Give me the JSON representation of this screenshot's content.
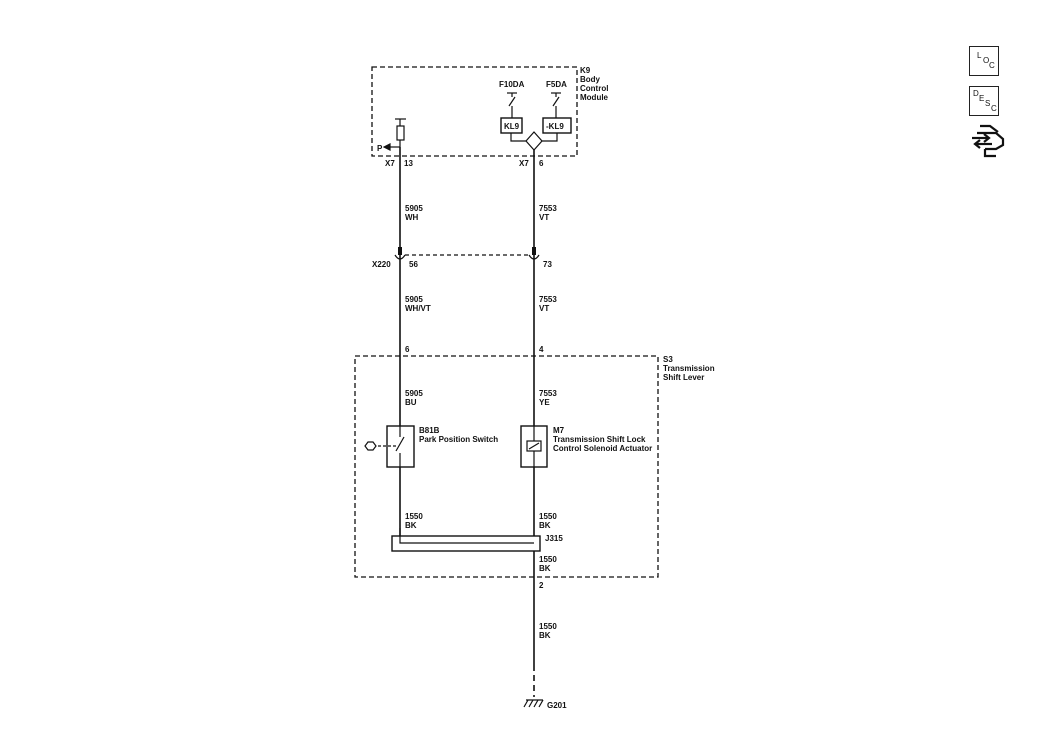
{
  "side_buttons": {
    "loc": {
      "letters": [
        "L",
        "O",
        "C"
      ]
    },
    "desc": {
      "letters": [
        "D",
        "E",
        "S",
        "C"
      ]
    },
    "connector_icon": "connector-end-view-icon"
  },
  "modules": {
    "k9": {
      "id": "K9",
      "line1": "Body",
      "line2": "Control",
      "line3": "Module"
    },
    "s3": {
      "id": "S3",
      "line1": "Transmission",
      "line2": "Shift Lever"
    }
  },
  "k9_internals": {
    "fuse_left": "F10DA",
    "fuse_right": "F5DA",
    "relay_left": "KL9",
    "relay_right": "-KL9",
    "p_label": "P"
  },
  "connectors": {
    "x7_left": {
      "name": "X7",
      "pin": "13"
    },
    "x7_right": {
      "name": "X7",
      "pin": "6"
    },
    "x220": {
      "name": "X220",
      "pin_left": "56",
      "pin_right": "73"
    },
    "s3_pin_left": "6",
    "s3_pin_right": "4",
    "lower_pin": "2"
  },
  "wires": {
    "w1": {
      "circuit": "5905",
      "color": "WH"
    },
    "w2": {
      "circuit": "7553",
      "color": "VT"
    },
    "w3": {
      "circuit": "5905",
      "color": "WH/VT"
    },
    "w4": {
      "circuit": "7553",
      "color": "VT"
    },
    "w5": {
      "circuit": "5905",
      "color": "BU"
    },
    "w6": {
      "circuit": "7553",
      "color": "YE"
    },
    "w7": {
      "circuit": "1550",
      "color": "BK"
    },
    "w8": {
      "circuit": "1550",
      "color": "BK"
    },
    "w9": {
      "circuit": "1550",
      "color": "BK"
    },
    "w10": {
      "circuit": "1550",
      "color": "BK"
    }
  },
  "components": {
    "b81b": {
      "id": "B81B",
      "name": "Park Position Switch"
    },
    "m7": {
      "id": "M7",
      "line1": "Transmission Shift Lock",
      "line2": "Control Solenoid Actuator"
    }
  },
  "splice": {
    "id": "J315"
  },
  "ground": {
    "id": "G201"
  }
}
